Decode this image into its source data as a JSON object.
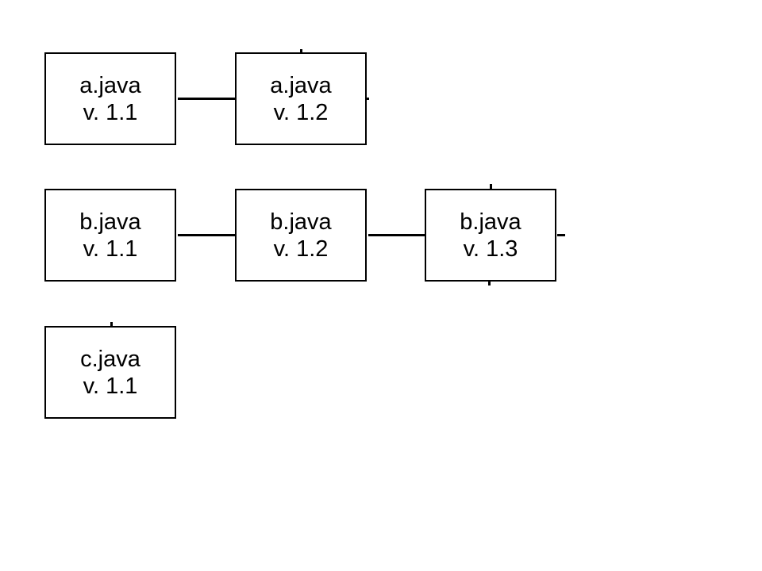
{
  "files": [
    {
      "name": "a.java",
      "revisions": [
        {
          "filename": "a.java",
          "version": "v. 1.1"
        },
        {
          "filename": "a.java",
          "version": "v. 1.2"
        }
      ]
    },
    {
      "name": "b.java",
      "revisions": [
        {
          "filename": "b.java",
          "version": "v. 1.1"
        },
        {
          "filename": "b.java",
          "version": "v. 1.2"
        },
        {
          "filename": "b.java",
          "version": "v. 1.3"
        }
      ]
    },
    {
      "name": "c.java",
      "revisions": [
        {
          "filename": "c.java",
          "version": "v. 1.1"
        }
      ]
    }
  ]
}
